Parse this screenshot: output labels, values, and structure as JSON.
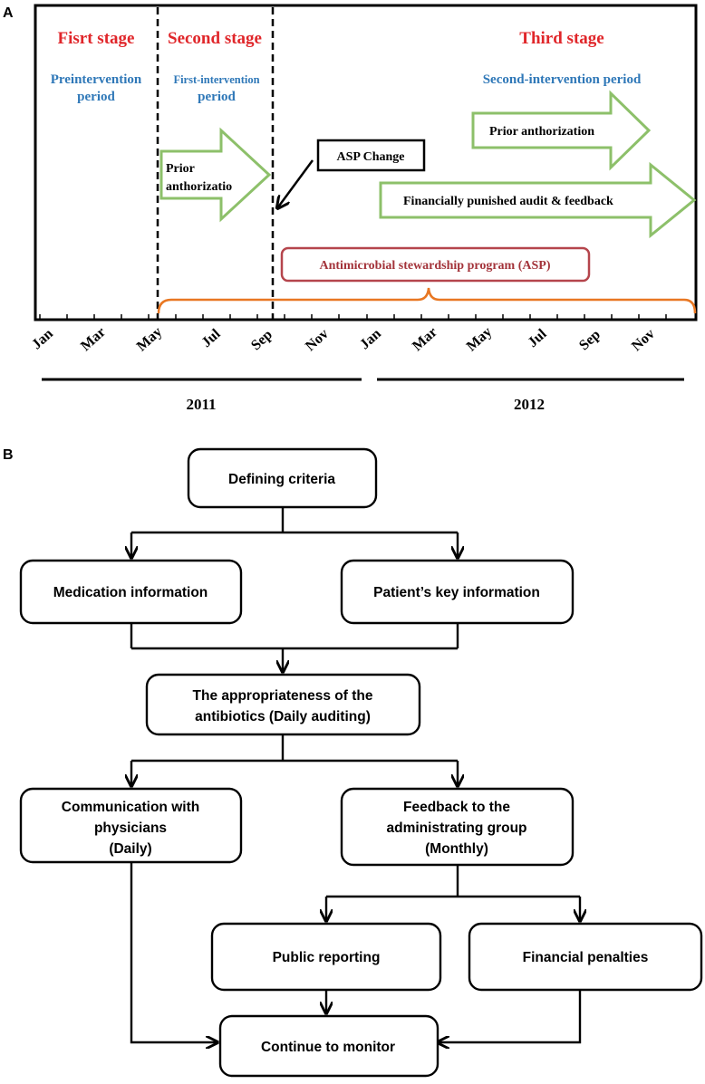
{
  "panel_a": {
    "label": "A",
    "stages": {
      "first": "Fisrt stage",
      "second": "Second stage",
      "third": "Third stage"
    },
    "periods": {
      "pre_line1": "Preintervention",
      "pre_line2": "period",
      "first_line1": "First-intervention",
      "first_line2": "period",
      "second": "Second-intervention period"
    },
    "arrows": {
      "prior_short_line1": "Prior",
      "prior_short_line2": "anthorizatio",
      "prior_long": "Prior anthorization",
      "financial": "Financially punished audit  & feedback"
    },
    "asp_change": "ASP Change",
    "asp_program": "Antimicrobial stewardship program (ASP)",
    "months": [
      "Jan",
      "Mar",
      "May",
      "Jul",
      "Sep",
      "Nov",
      "Jan",
      "Mar",
      "May",
      "Jul",
      "Sep",
      "Nov"
    ],
    "years": [
      "2011",
      "2012"
    ],
    "colors": {
      "stage": "#e0262a",
      "period": "#2f78b8",
      "arrow_outline": "#8dc06a",
      "bracket": "#e87722",
      "asp_box": "#b5454c"
    }
  },
  "panel_b": {
    "label": "B",
    "nodes": {
      "defining": "Defining criteria",
      "medication": "Medication information",
      "patient": "Patient’s key information",
      "approp_line1": "The appropriateness of the",
      "approp_line2": "antibiotics (Daily auditing)",
      "comm_line1": "Communication with",
      "comm_line2": "physicians",
      "comm_line3": "(Daily)",
      "feedback_line1": "Feedback  to the",
      "feedback_line2": "administrating group",
      "feedback_line3": "(Monthly)",
      "public": "Public reporting",
      "financial": "Financial penalties",
      "continue": "Continue to monitor"
    }
  }
}
